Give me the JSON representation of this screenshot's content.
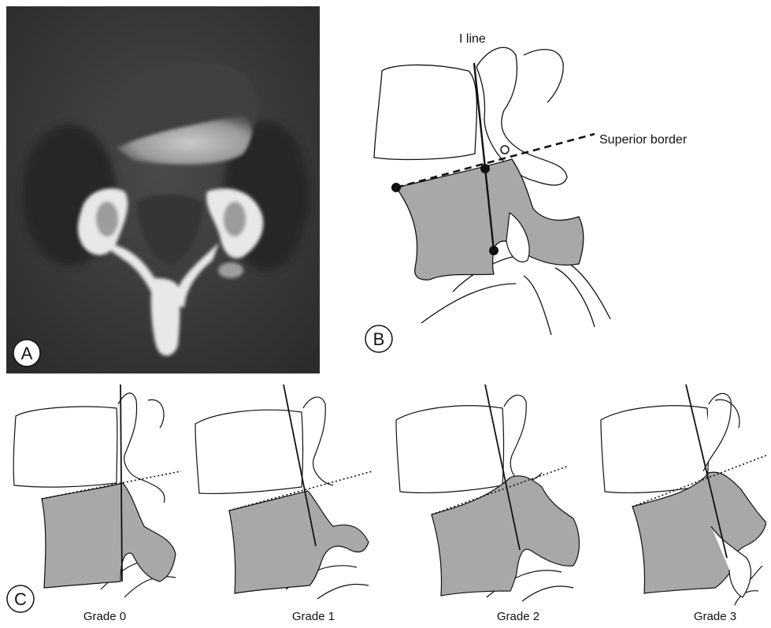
{
  "panels": {
    "a": {
      "letter": "A"
    },
    "b": {
      "letter": "B",
      "i_line_label": "I line",
      "superior_border_label": "Superior border"
    },
    "c": {
      "letter": "C",
      "grades": [
        "Grade 0",
        "Grade 1",
        "Grade 2",
        "Grade 3"
      ]
    }
  },
  "colors": {
    "shade": "#a8a8a8",
    "ink": "#111111",
    "ct_bg": "#3a3a3a"
  }
}
